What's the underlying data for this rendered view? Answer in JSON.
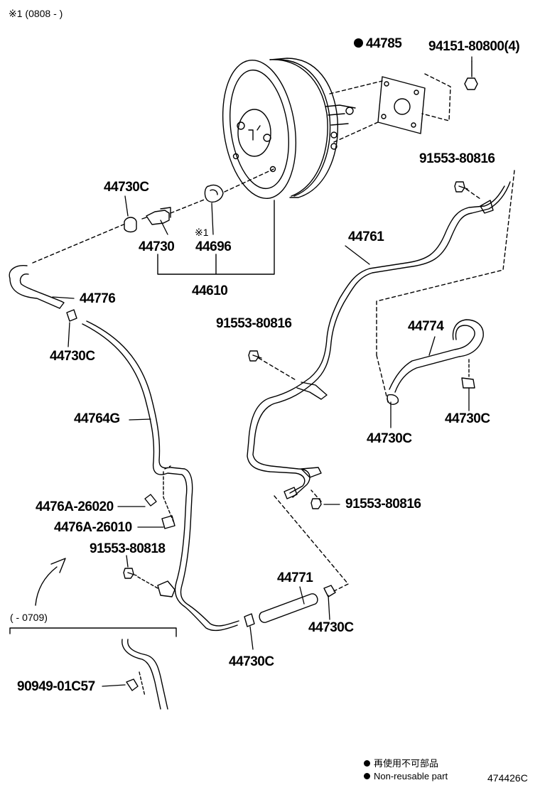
{
  "header_note": "※1 (0808 -    )",
  "range_note": "(      - 0709)",
  "labels": {
    "p44785": "44785",
    "p94151": "94151-80800(4)",
    "p91553_a": "91553-80816",
    "p44730C_a": "44730C",
    "p44730": "44730",
    "p44696_mark": "※1",
    "p44696": "44696",
    "p44610": "44610",
    "p44761": "44761",
    "p44776": "44776",
    "p44730C_b": "44730C",
    "p91553_b": "91553-80816",
    "p44774": "44774",
    "p44764G": "44764G",
    "p44730C_c": "44730C",
    "p44730C_d": "44730C",
    "p4476A_26020": "4476A-26020",
    "p4476A_26010": "4476A-26010",
    "p91553_c": "91553-80816",
    "p91553_80818": "91553-80818",
    "p44771": "44771",
    "p44730C_e": "44730C",
    "p44730C_f": "44730C",
    "p90949": "90949-01C57"
  },
  "legend": {
    "line_jp": "再使用不可部品",
    "line_en": "Non-reusable part"
  },
  "diagram_id": "474426C"
}
